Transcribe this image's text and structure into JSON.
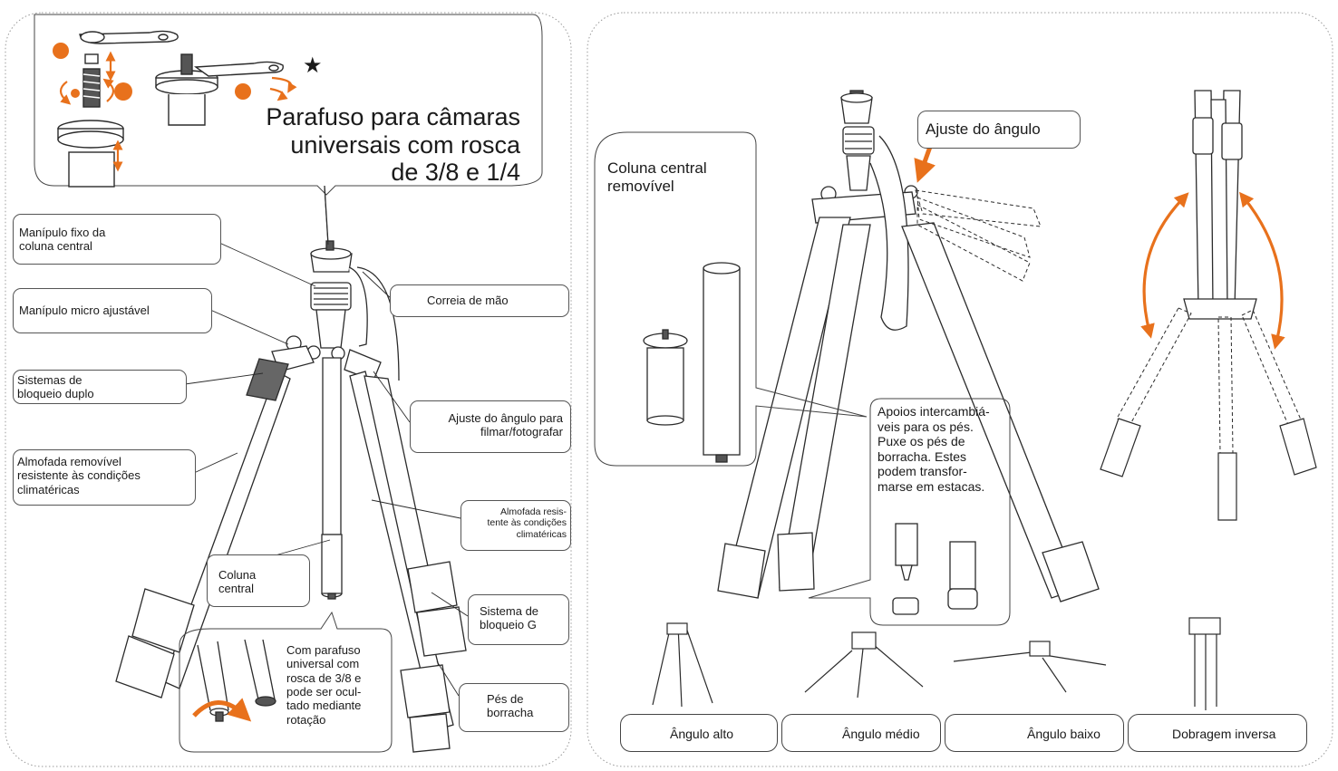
{
  "colors": {
    "accent": "#e8711c",
    "line": "#2b2b2b",
    "frame": "#9a9a9a"
  },
  "left": {
    "screw_title": "Parafuso para câmaras\nuniversais com rosca\nde 3/8 e 1/4",
    "callouts": {
      "fixed_knob": "Manípulo fixo da\ncoluna central",
      "micro_knob": "Manípulo micro ajustável",
      "double_lock": "Sistemas de\nbloqueio duplo",
      "removable_pad": "Almofada removível\nresistente às condições\nclimatéricas",
      "hand_strap": "Correia de mão",
      "angle_adjust": "Ajuste do ângulo para\nfilmar/fotografar",
      "weather_pad": "Almofada resis-\ntente às condições\nclimatéricas",
      "center_column": "Coluna\ncentral",
      "g_lock": "Sistema de\nbloqueio G",
      "rubber_feet": "Pés de\nborracha",
      "hidden_screw": "Com parafuso\nuniversal com\nrosca de 3/8 e\npode ser ocul-\ntado mediante\nrotação"
    },
    "star_icon": "star-icon"
  },
  "right": {
    "angle_adjust": "Ajuste do ângulo",
    "removable_column": "Coluna central\nremovível",
    "feet_note": "Apoios intercambiá-\nveis para os pés.\nPuxe os pés de\nborracha. Estes\npodem transfor-\nmarse em estacas.",
    "modes": [
      {
        "label": "Ângulo alto",
        "icon": "high-angle-icon"
      },
      {
        "label": "Ângulo médio",
        "icon": "medium-angle-icon"
      },
      {
        "label": "Ângulo baixo",
        "icon": "low-angle-icon"
      },
      {
        "label": "Dobragem inversa",
        "icon": "reverse-fold-icon"
      }
    ]
  }
}
